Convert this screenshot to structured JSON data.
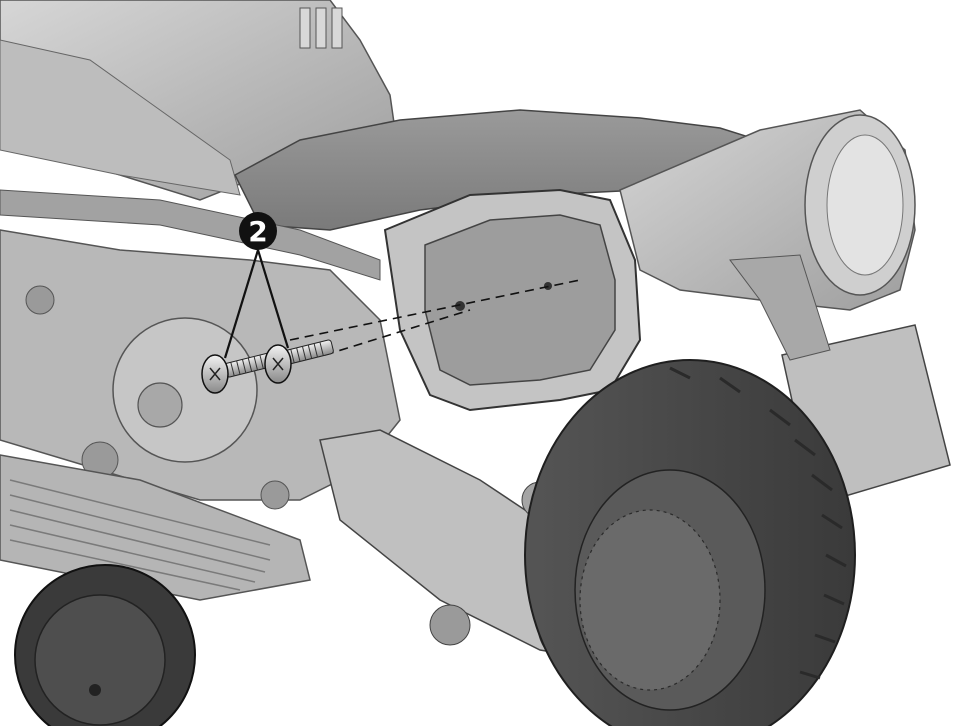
{
  "diagram": {
    "callouts": [
      {
        "id": "callout-2",
        "label": "2"
      }
    ],
    "parts": {
      "screws": {
        "count": 2,
        "callout": "2"
      }
    },
    "colors": {
      "background": "#ffffff",
      "body_light": "#c9c9c9",
      "body_mid": "#a9a9a9",
      "body_dark": "#6e6e6e",
      "tire": "#4a4a4a",
      "tire_dark": "#2e2e2e",
      "seat": "#8c8c8c",
      "outline": "#1a1a1a",
      "callout_fill": "#111111",
      "callout_text": "#ffffff"
    }
  }
}
